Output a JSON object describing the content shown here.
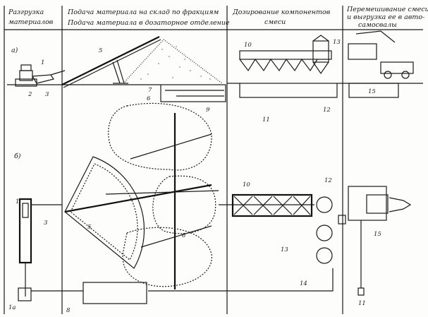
{
  "headers": {
    "col1": [
      "Разгрузка",
      "материалов"
    ],
    "col2_line1": "Подача материала на склад по фракциям",
    "col2_line2": "Подача материала в дозаторное отделение",
    "col3": [
      "Дозирование компонентов",
      "смеси"
    ],
    "col4": [
      "Перемешивание смеси",
      "и выгрузка ее в авто-",
      "самосвалы"
    ]
  },
  "section_labels": {
    "a": "а)",
    "b": "б)"
  },
  "numbers_a": {
    "n1": "1",
    "n2": "2",
    "n3": "3",
    "n5": "5",
    "n7": "7",
    "n6": "6",
    "n9": "9",
    "n10": "10",
    "n13": "13",
    "n11": "11",
    "n12": "12",
    "n15": "15"
  },
  "numbers_b": {
    "n1": "1",
    "n3": "3",
    "n5": "5",
    "n6": "6",
    "n10": "10",
    "n12": "12",
    "n13": "13",
    "n14": "14",
    "n15": "15",
    "n8": "8",
    "n1a": "1а",
    "n11": "11"
  }
}
